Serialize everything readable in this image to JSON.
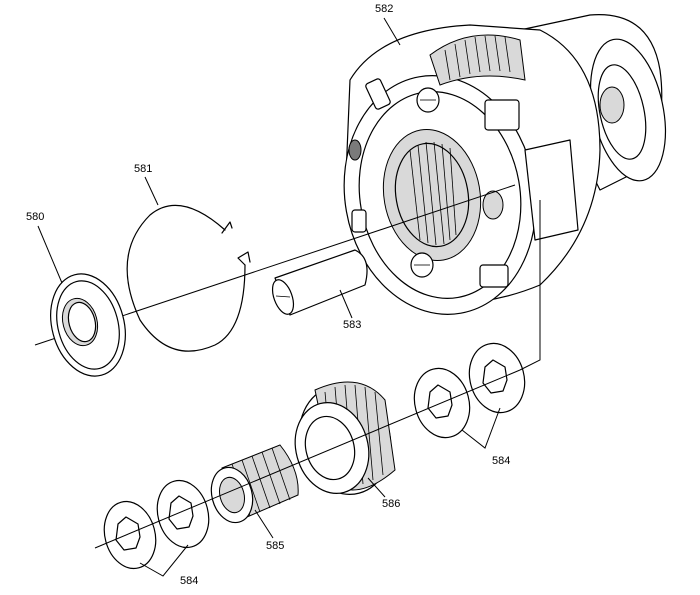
{
  "callouts": {
    "housing": "582",
    "snap_ring": "581",
    "thrust_washer": "580",
    "pin": "583",
    "thrust_washers_right": "584",
    "side_gear": "586",
    "spline_hub": "585",
    "thrust_washers_left": "584"
  }
}
